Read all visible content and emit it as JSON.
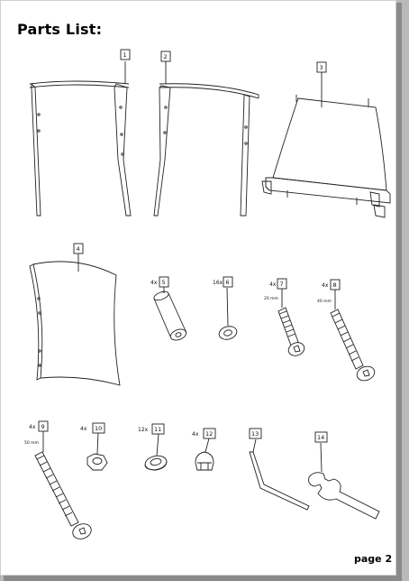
{
  "title": "Parts List:",
  "page_label": "page 2",
  "parts": {
    "p1": {
      "num": "1"
    },
    "p2": {
      "num": "2"
    },
    "p3": {
      "num": "3"
    },
    "p4": {
      "num": "4"
    },
    "p5": {
      "num": "5",
      "qty": "4x"
    },
    "p6": {
      "num": "6",
      "qty": "16x"
    },
    "p7": {
      "num": "7",
      "qty": "4x",
      "size": "20 mm"
    },
    "p8": {
      "num": "8",
      "qty": "4x",
      "size": "40 mm"
    },
    "p9": {
      "num": "9",
      "qty": "4x",
      "size": "50 mm"
    },
    "p10": {
      "num": "10",
      "qty": "4x"
    },
    "p11": {
      "num": "11",
      "qty": "12x"
    },
    "p12": {
      "num": "12",
      "qty": "4x"
    },
    "p13": {
      "num": "13"
    },
    "p14": {
      "num": "14"
    }
  }
}
